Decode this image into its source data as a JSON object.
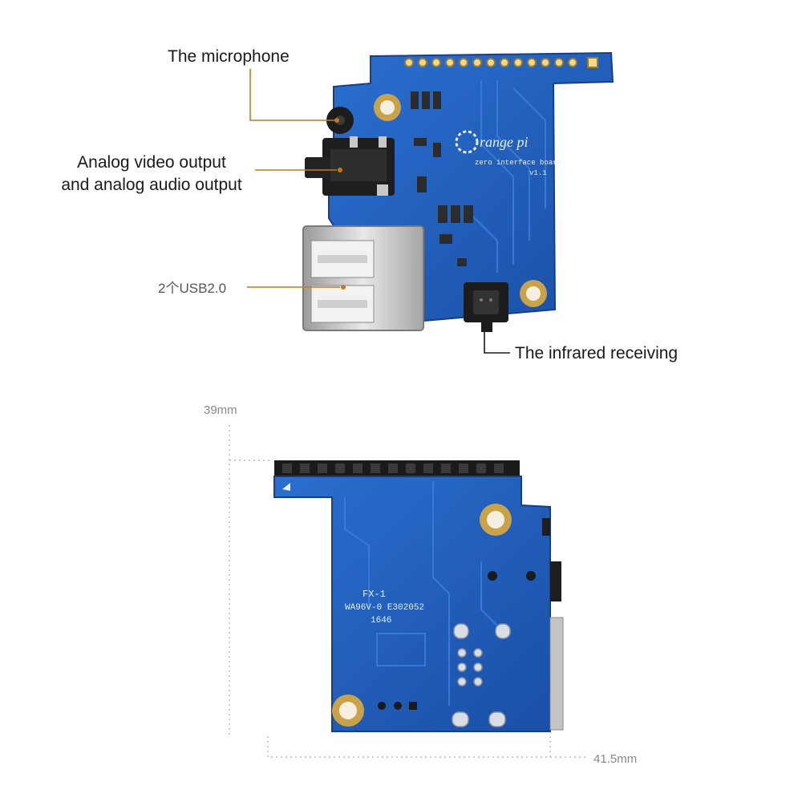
{
  "callouts": {
    "microphone": "The microphone",
    "video_line1": "Analog video output",
    "video_line2": "and analog audio output",
    "usb": "2个USB2.0",
    "infrared": "The infrared receiving"
  },
  "board_text": {
    "brand": "range pi",
    "subtitle": "zero interface board",
    "version": "v1.1",
    "rear_line1": "FX-1",
    "rear_line2": "WA96V-0 E302052",
    "rear_line3": "1646"
  },
  "dimensions": {
    "height": "39mm",
    "width": "41.5mm"
  },
  "colors": {
    "pcb_blue": "#1d5bb8",
    "callout_line": "#c47a1c",
    "header_black": "#1a1a1a",
    "gold_pad": "#c9a24a"
  }
}
